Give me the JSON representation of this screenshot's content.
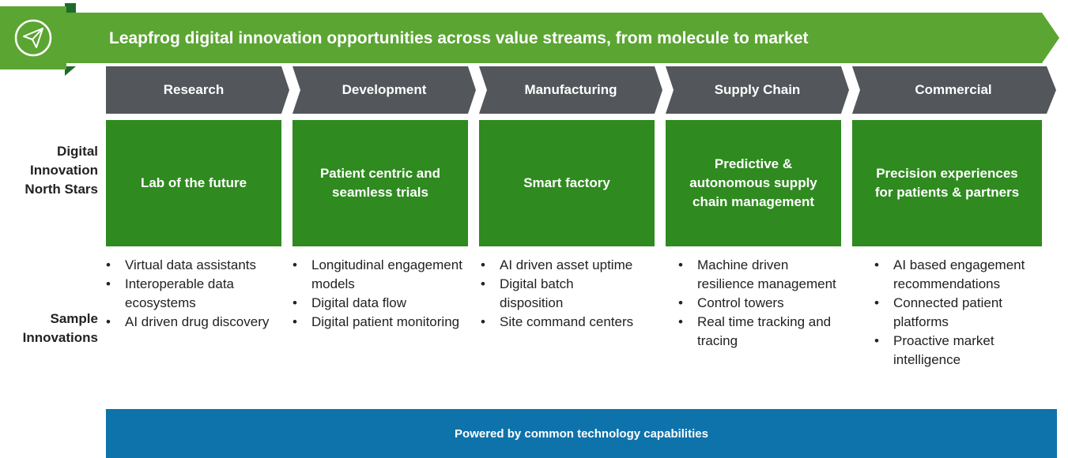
{
  "banner": {
    "title": "Leapfrog digital innovation opportunities across value streams, from molecule to market",
    "icon": "paper-plane-icon"
  },
  "colors": {
    "banner_green": "#5ba532",
    "dark_green": "#2f8a1f",
    "gray_arrow": "#53565a",
    "blue_bar": "#0e73ab"
  },
  "row_labels": {
    "north_stars": "Digital Innovation North Stars",
    "sample": "Sample Innovations"
  },
  "stages": [
    {
      "name": "Research",
      "north_star": "Lab of the future",
      "innovations": [
        "Virtual data assistants",
        "Interoperable data ecosystems",
        "AI driven drug discovery"
      ]
    },
    {
      "name": "Development",
      "north_star": "Patient centric and seamless trials",
      "innovations": [
        "Longitudinal engagement models",
        "Digital data flow",
        "Digital patient monitoring"
      ]
    },
    {
      "name": "Manufacturing",
      "north_star": "Smart factory",
      "innovations": [
        "AI driven asset uptime",
        "Digital batch disposition",
        "Site command centers"
      ]
    },
    {
      "name": "Supply Chain",
      "north_star": "Predictive & autonomous supply chain management",
      "innovations": [
        "Machine driven resilience management",
        "Control towers",
        "Real time tracking and tracing"
      ]
    },
    {
      "name": "Commercial",
      "north_star": "Precision experiences for patients & partners",
      "innovations": [
        "AI based engagement recommendations",
        "Connected patient platforms",
        "Proactive market intelligence"
      ]
    }
  ],
  "footer": {
    "label": "Powered by common technology capabilities"
  }
}
